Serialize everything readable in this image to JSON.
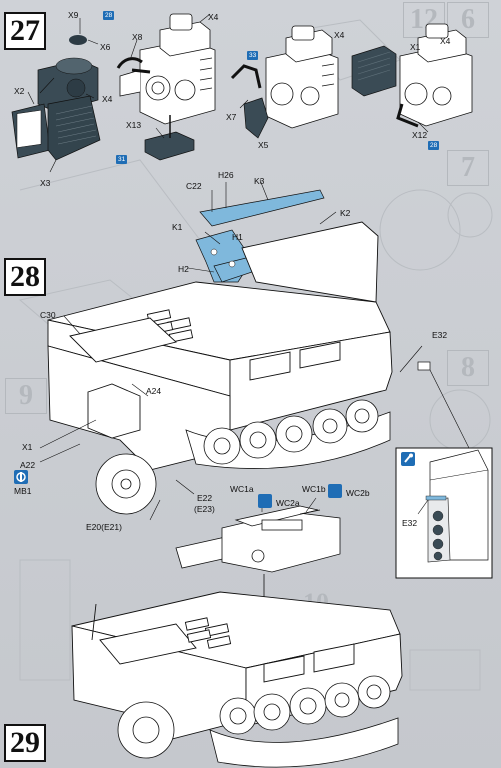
{
  "steps": {
    "s27": "27",
    "s28": "28",
    "s29": "29"
  },
  "ghost_numbers": {
    "g12": "12",
    "g6": "6",
    "g7": "7",
    "g8": "8",
    "g9": "9",
    "g10": "10"
  },
  "step27": {
    "x9": "X9",
    "x8": "X8",
    "x6": "X6",
    "x4a": "X4",
    "x4b": "X4",
    "x4c": "X4",
    "x4d": "X4",
    "x2": "X2",
    "x3": "X3",
    "x1": "X1",
    "x7": "X7",
    "x5": "X5",
    "x13": "X13",
    "x12": "X12",
    "b1": "28",
    "b2": "33",
    "b3": "31",
    "b4": "28"
  },
  "step28": {
    "c22": "C22",
    "h26": "H26",
    "k3": "K3",
    "k1": "K1",
    "h1": "H1",
    "k2": "K2",
    "h2": "H2",
    "c30": "C30",
    "e32a": "E32",
    "a24": "A24",
    "x1": "X1",
    "a22": "A22",
    "mb1": "MB1",
    "e22": "E22",
    "e23": "(E23)",
    "e20": "E20(E21)",
    "wc1a": "WC1a",
    "wc2a": "WC2a",
    "wc1b": "WC1b",
    "wc2b": "WC2b",
    "e32b": "E32"
  },
  "colors": {
    "part_blue": "#7fb8dc",
    "accent_blue": "#1f6db5",
    "dark_part": "#3a4b55"
  },
  "icons": [
    "pin-icon",
    "mb-decal-icon",
    "gear-cluster-icon"
  ]
}
